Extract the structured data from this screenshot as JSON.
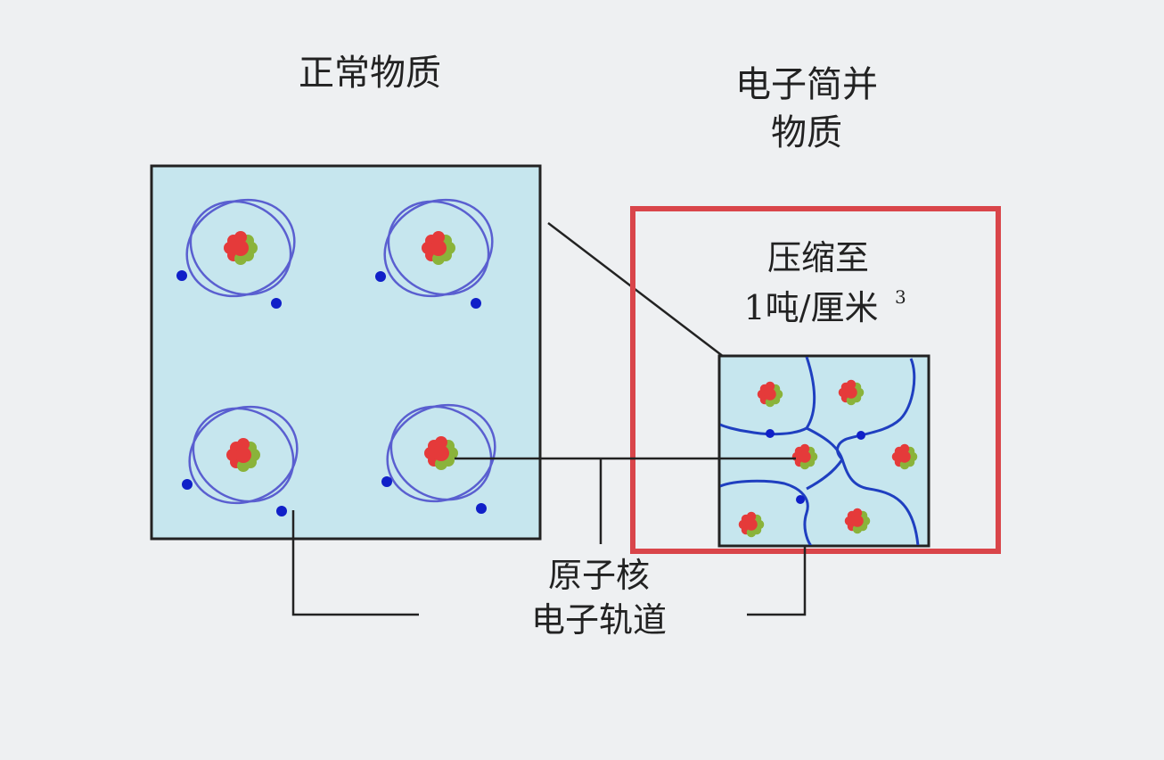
{
  "labels": {
    "normal_matter": "正常物质",
    "degenerate_line1": "电子简并",
    "degenerate_line2": "物质",
    "compressed_line1": "压缩至",
    "compressed_line2_main": "1吨/厘米",
    "compressed_line2_sup": "3",
    "nucleus": "原子核",
    "electron_orbit": "电子轨道"
  },
  "colors": {
    "background": "#eef0f2",
    "box_fill": "#c6e6ee",
    "box_stroke": "#222222",
    "highlight_frame": "#d9454a",
    "orbit": "#5a5fd0",
    "electron": "#1020c8",
    "proton": "#e53a3a",
    "neutron": "#8ab33a",
    "leader_line": "#222222"
  }
}
